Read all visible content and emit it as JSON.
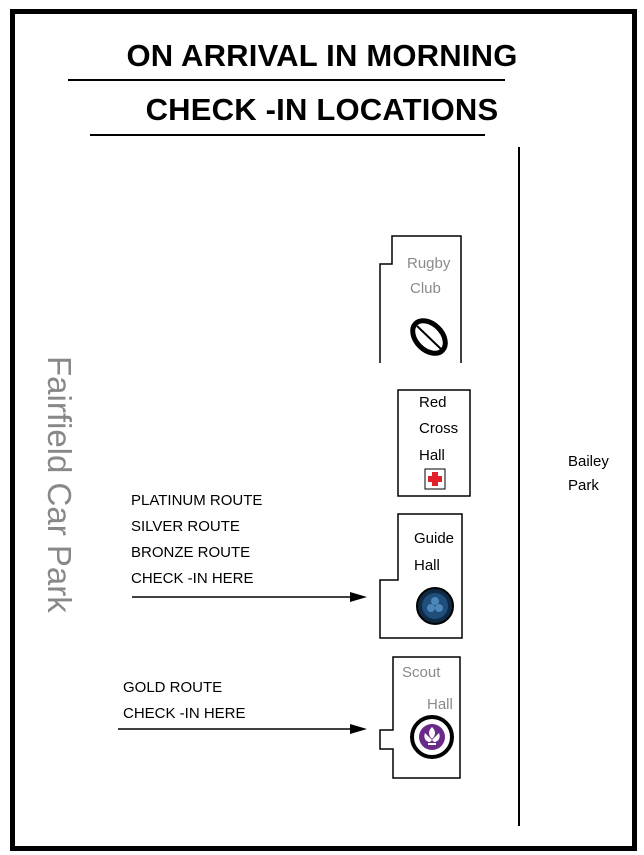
{
  "title": {
    "line1": "ON ARRIVAL IN MORNING",
    "line2": "CHECK -IN LOCATIONS"
  },
  "areas": {
    "left": "Fairfield Car Park",
    "right_line1": "Bailey",
    "right_line2": "Park"
  },
  "buildings": {
    "rugby": {
      "line1": "Rugby",
      "line2": "Club",
      "icon": "rugby-ball-icon"
    },
    "red_cross": {
      "line1": "Red",
      "line2": "Cross",
      "line3": "Hall",
      "icon": "red-cross-icon"
    },
    "guide": {
      "line1": "Guide",
      "line2": "Hall",
      "icon": "guide-trefoil-icon"
    },
    "scout": {
      "line1": "Scout",
      "line2": "Hall",
      "icon": "scout-badge-icon"
    }
  },
  "routes": {
    "guide_group": [
      "PLATINUM ROUTE",
      "SILVER ROUTE",
      "BRONZE ROUTE",
      "CHECK -IN HERE"
    ],
    "scout_group": [
      "GOLD ROUTE",
      "CHECK -IN HERE"
    ]
  },
  "colors": {
    "red_cross": "#e0202a",
    "guide_badge": "#1f4e7a",
    "scout_badge": "#6a2a8a",
    "building_label_grey": "#8a8a8a"
  }
}
